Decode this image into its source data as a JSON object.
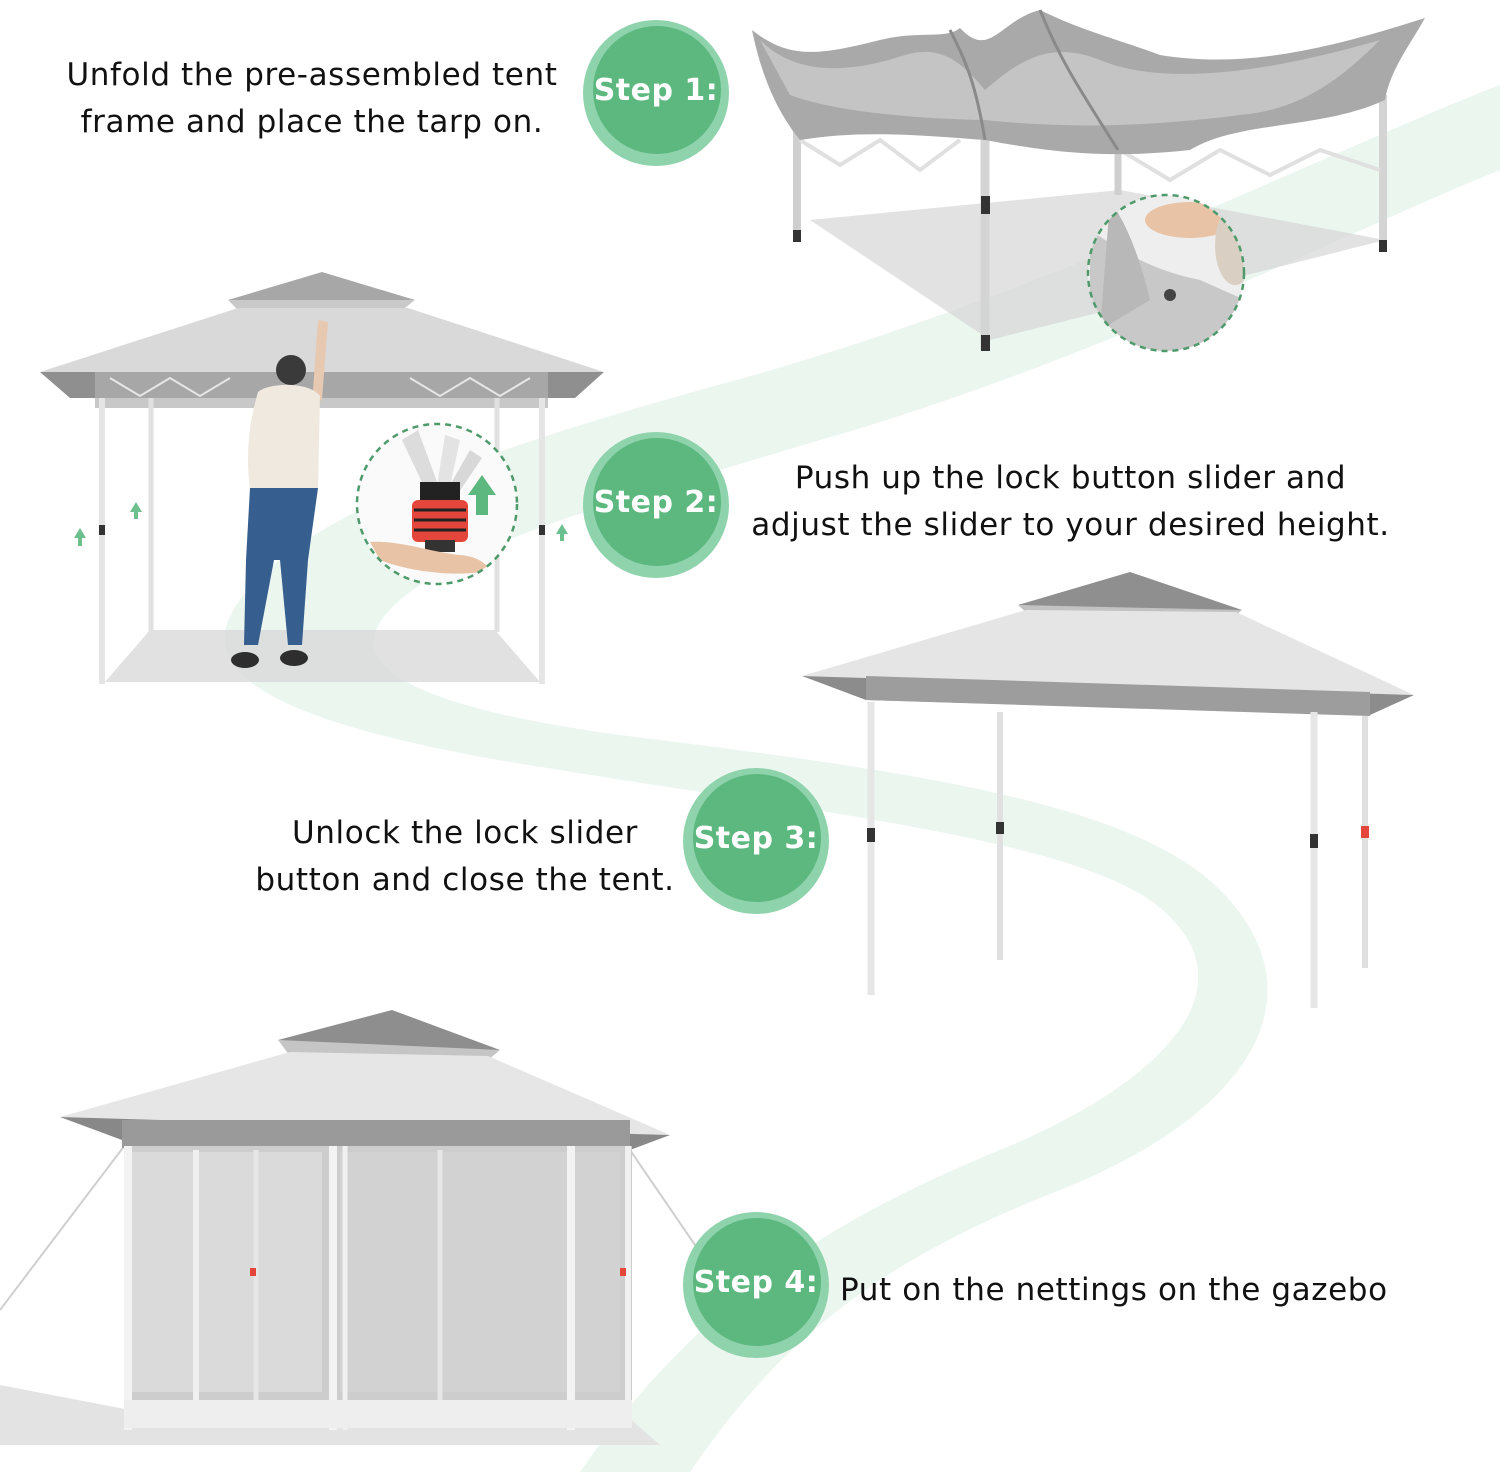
{
  "steps": [
    {
      "badge": "Step 1:",
      "text_lines": [
        "Unfold the pre-assembled tent",
        "frame and place the tarp on."
      ],
      "illustration_icon": "tent-frame-icon",
      "detail_icon": "tarp-attach-detail-icon"
    },
    {
      "badge": "Step 2:",
      "text_lines": [
        "Push up the lock button slider and",
        "adjust the slider to your desired height."
      ],
      "illustration_icon": "person-raising-canopy-icon",
      "detail_icon": "lock-button-slider-detail-icon"
    },
    {
      "badge": "Step 3:",
      "text_lines": [
        "Unlock the lock slider",
        "button and close the tent."
      ],
      "illustration_icon": "open-canopy-icon"
    },
    {
      "badge": "Step 4:",
      "text_lines": [
        "Put on the nettings on the gazebo"
      ],
      "illustration_icon": "netted-gazebo-icon"
    }
  ],
  "colors": {
    "badge_outer": "#8fd3ad",
    "badge_inner": "#5cb87f",
    "path_light": "#eaf6ee",
    "canopy_gray": "#9a9a9a",
    "canopy_light": "#dedede",
    "detail_accent": "#e5463b"
  }
}
